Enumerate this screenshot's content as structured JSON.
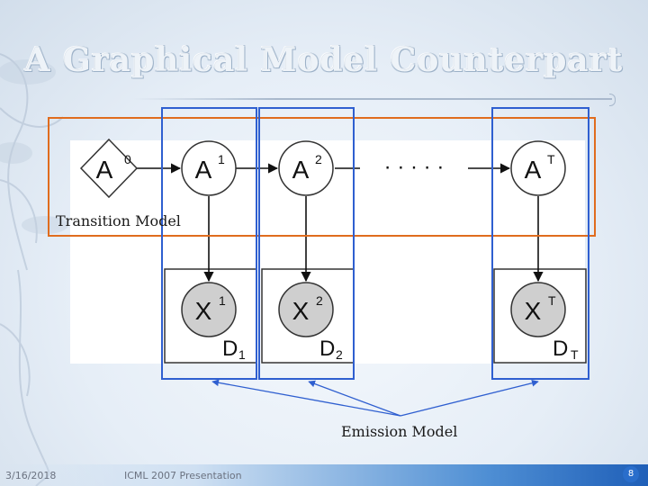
{
  "slide": {
    "title": "A Graphical Model Counterpart",
    "transition_label": "Transition Model",
    "emission_label": "Emission Model"
  },
  "diagram": {
    "start_node": {
      "base": "A",
      "sup": "0"
    },
    "action_nodes": [
      {
        "base": "A",
        "sup": "1"
      },
      {
        "base": "A",
        "sup": "2"
      },
      {
        "base": "A",
        "sup": "T"
      }
    ],
    "ellipsis": "· · · · ·",
    "observation_nodes": [
      {
        "base": "X",
        "sup": "1"
      },
      {
        "base": "X",
        "sup": "2"
      },
      {
        "base": "X",
        "sup": "T"
      }
    ],
    "plates": [
      {
        "base": "D",
        "sub": "1"
      },
      {
        "base": "D",
        "sub": "2"
      },
      {
        "base": "D",
        "sub": "T"
      }
    ]
  },
  "footer": {
    "date": "3/16/2018",
    "presentation": "ICML 2007 Presentation",
    "page": "8"
  },
  "colors": {
    "transition_box": "#e06c1e",
    "emission_box": "#2f5fd0",
    "observed_node_fill": "#cfcfcf"
  }
}
